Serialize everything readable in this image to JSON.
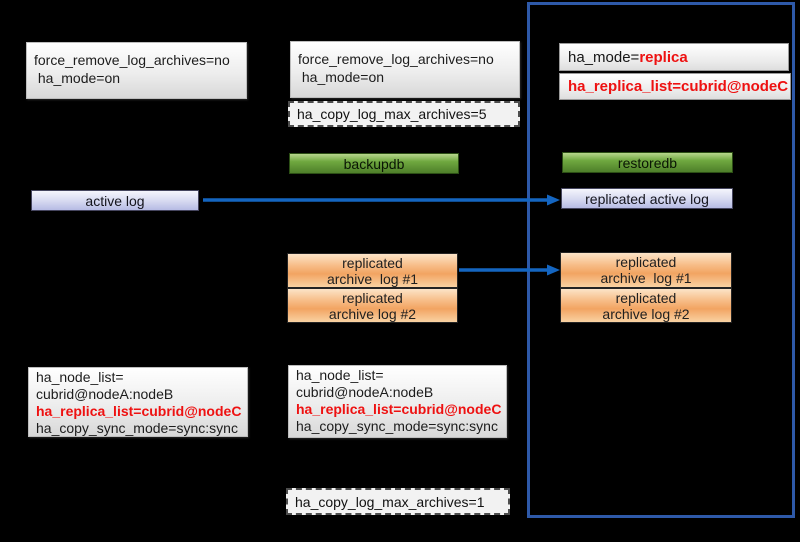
{
  "colors": {
    "background": "#000000",
    "frame": "#2e59a8",
    "arrow": "#1465c0",
    "red": "#ee1111",
    "box_border": "#bdbdbd",
    "green_light": "#b7d68c",
    "green_dark": "#4e7f2a",
    "lavender": "#b6bbe4",
    "orange": "#f2a462"
  },
  "left_column": {
    "config_top": [
      "force_remove_log_archives=no",
      " ha_mode=on"
    ],
    "active_log_label": "active log",
    "config_bottom": [
      "ha_node_list=",
      "cubrid@nodeA:nodeB",
      "ha_replica_list=cubrid@nodeC",
      "ha_copy_sync_mode=sync:sync"
    ]
  },
  "middle_column": {
    "config_top": [
      "force_remove_log_archives=no",
      " ha_mode=on"
    ],
    "copy_log_max": "ha_copy_log_max_archives=5",
    "backupdb_label": "backupdb",
    "archive_log1": [
      "replicated",
      "archive  log #1"
    ],
    "archive_log2": [
      "replicated",
      "archive log #2"
    ],
    "config_bottom": [
      "ha_node_list=",
      "cubrid@nodeA:nodeB",
      "ha_replica_list=cubrid@nodeC",
      "ha_copy_sync_mode=sync:sync"
    ],
    "copy_log_max_bottom": "ha_copy_log_max_archives=1"
  },
  "right_column": {
    "ha_mode_prefix": "ha_mode=",
    "ha_mode_value": "replica",
    "replica_list": "ha_replica_list=cubrid@nodeC",
    "restoredb_label": "restoredb",
    "replicated_active_log_label": "replicated active log",
    "archive_log1": [
      "replicated",
      "archive  log #1"
    ],
    "archive_log2": [
      "replicated",
      "archive log #2"
    ]
  }
}
